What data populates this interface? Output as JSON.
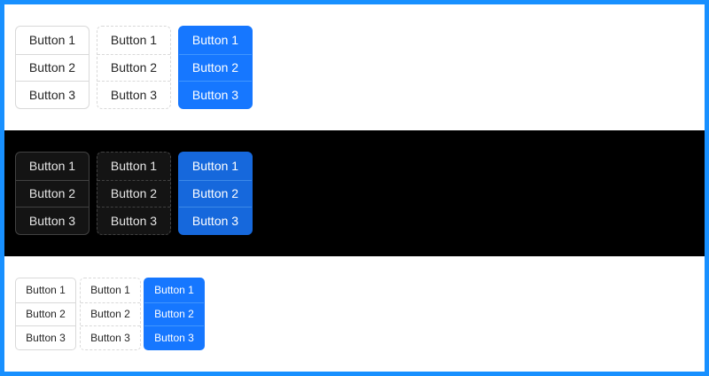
{
  "colors": {
    "frame_border": "#1890ff",
    "primary": "#1677ff",
    "primary_dark_theme": "#1668dc",
    "dark_background": "#000000"
  },
  "light_section": {
    "default_group": [
      "Button 1",
      "Button 2",
      "Button 3"
    ],
    "dashed_group": [
      "Button 1",
      "Button 2",
      "Button 3"
    ],
    "primary_group": [
      "Button 1",
      "Button 2",
      "Button 3"
    ]
  },
  "dark_section": {
    "default_group": [
      "Button 1",
      "Button 2",
      "Button 3"
    ],
    "dashed_group": [
      "Button 1",
      "Button 2",
      "Button 3"
    ],
    "primary_group": [
      "Button 1",
      "Button 2",
      "Button 3"
    ]
  },
  "small_section": {
    "default_group": [
      "Button 1",
      "Button 2",
      "Button 3"
    ],
    "dashed_group": [
      "Button 1",
      "Button 2",
      "Button 3"
    ],
    "primary_group": [
      "Button 1",
      "Button 2",
      "Button 3"
    ]
  }
}
